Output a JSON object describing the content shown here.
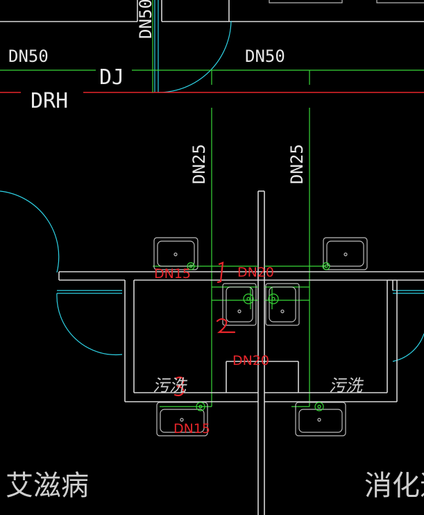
{
  "drawing": {
    "pipe_labels": {
      "dn50_vertical": "DN50",
      "dn50_left": "DN50",
      "dn50_right": "DN50",
      "dj": "DJ",
      "drh": "DRH",
      "dn25_left": "DN25",
      "dn25_right": "DN25"
    },
    "annotations": {
      "dn15_top": "DN15",
      "dn20_top": "DN20",
      "dn20_mid": "DN20",
      "dn15_bottom": "DN15"
    },
    "room_labels": {
      "wash_left": "污洗",
      "wash_right": "污洗",
      "aids": "艾滋病",
      "digest": "消化道"
    },
    "colors": {
      "background": "#000000",
      "wall": "#d8d8d8",
      "water_pipe": "#38d838",
      "door": "#2fd3e6",
      "markup": "#e8262b"
    }
  }
}
